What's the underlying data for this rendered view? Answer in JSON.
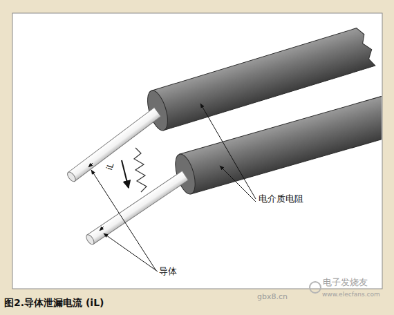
{
  "diagram": {
    "caption": "图2.导体泄漏电流 (iL)",
    "labels": [
      "电介质电阻",
      "导体",
      "iL",
      "gbx8.cn",
      "电子发烧友",
      "www.elecfans.com"
    ]
  }
}
